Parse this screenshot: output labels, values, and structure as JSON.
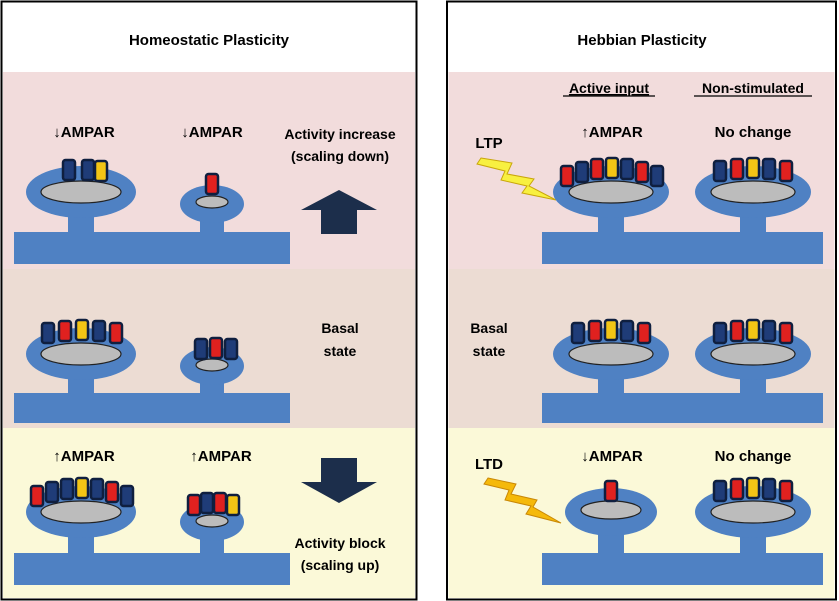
{
  "colors": {
    "pink_band": "#f2dcdc",
    "tan_band": "#ecdcd3",
    "yellow_band": "#fbf9d8",
    "dendrite_blue": "#4f81c3",
    "psd_gray": "#bcbcbc",
    "receptor_red": "#e0211f",
    "receptor_navy": "#1f3c78",
    "receptor_yellow": "#f3c515",
    "arrow_navy": "#1c2e4b",
    "bolt_light": "#f8f040",
    "bolt_orange": "#f5b90a"
  },
  "left_panel": {
    "title": "Homeostatic Plasticity",
    "top": {
      "label_a": "↓AMPAR",
      "label_b": "↓AMPAR",
      "side_line1": "Activity increase",
      "side_line2": "(scaling down)",
      "arrow_icon": "up-arrow-icon"
    },
    "middle": {
      "side_line1": "Basal",
      "side_line2": "state"
    },
    "bottom": {
      "label_a": "↑AMPAR",
      "label_b": "↑AMPAR",
      "side_line1": "Activity block",
      "side_line2": "(scaling up)",
      "arrow_icon": "down-arrow-icon"
    }
  },
  "right_panel": {
    "title": "Hebbian Plasticity",
    "col_header_1": "Active input",
    "col_header_2": "Non-stimulated",
    "top": {
      "side_label": "LTP",
      "label_a": "↑AMPAR",
      "label_b": "No change",
      "bolt_icon": "lightning-bolt-icon"
    },
    "middle": {
      "side_line1": "Basal",
      "side_line2": "state"
    },
    "bottom": {
      "side_label": "LTD",
      "label_a": "↓AMPAR",
      "label_b": "No change",
      "bolt_icon": "lightning-bolt-icon"
    }
  }
}
